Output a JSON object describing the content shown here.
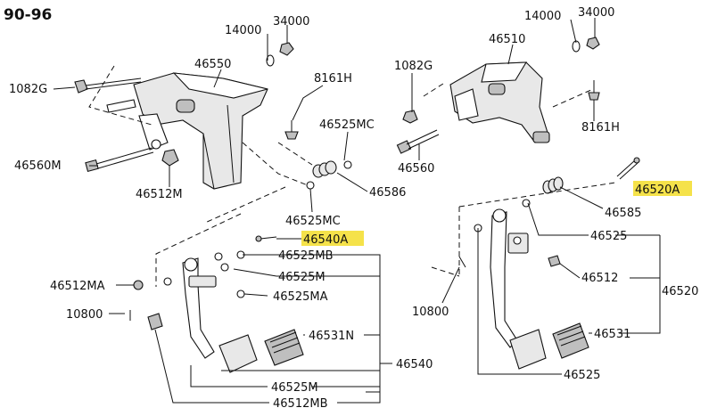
{
  "title": "90-96",
  "callouts_left": {
    "c14000": "14000",
    "c34000": "34000",
    "c46550": "46550",
    "c1082g": "1082G",
    "c8161h": "8161H",
    "c46525mc_top": "46525MC",
    "c46560m": "46560M",
    "c46512m": "46512M",
    "c46586": "46586",
    "c46525mc_bot": "46525MC",
    "c46540a": "46540A",
    "c46525mb": "46525MB",
    "c46525m": "46525M",
    "c46512ma": "46512MA",
    "c46525ma": "46525MA",
    "c10800": "10800",
    "c46531n": "46531N",
    "c46540": "46540",
    "c46525m_low": "46525M",
    "c46512mb": "46512MB"
  },
  "callouts_right": {
    "c14000": "14000",
    "c34000": "34000",
    "c46510": "46510",
    "c1082g": "1082G",
    "c8161h": "8161H",
    "c46560": "46560",
    "c46520a": "46520A",
    "c46585": "46585",
    "c46525": "46525",
    "c46512": "46512",
    "c46520": "46520",
    "c10800": "10800",
    "c46531": "46531",
    "c46525_low": "46525"
  },
  "colors": {
    "highlight": "#f5e24a",
    "line": "#111111"
  }
}
